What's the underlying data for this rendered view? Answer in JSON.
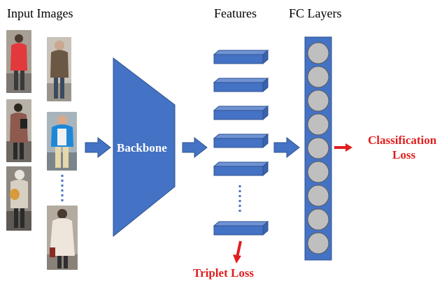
{
  "titles": {
    "input_images": "Input Images",
    "features": "Features",
    "fc_layers": "FC Layers"
  },
  "backbone_label": "Backbone",
  "losses": {
    "classification_line1": "Classification",
    "classification_line2": "Loss",
    "triplet": "Triplet Loss"
  },
  "colors": {
    "block_blue": "#4472c4",
    "block_edge": "#2f528f",
    "node_gray": "#bfbfbf",
    "loss_red": "#e01e1e"
  }
}
